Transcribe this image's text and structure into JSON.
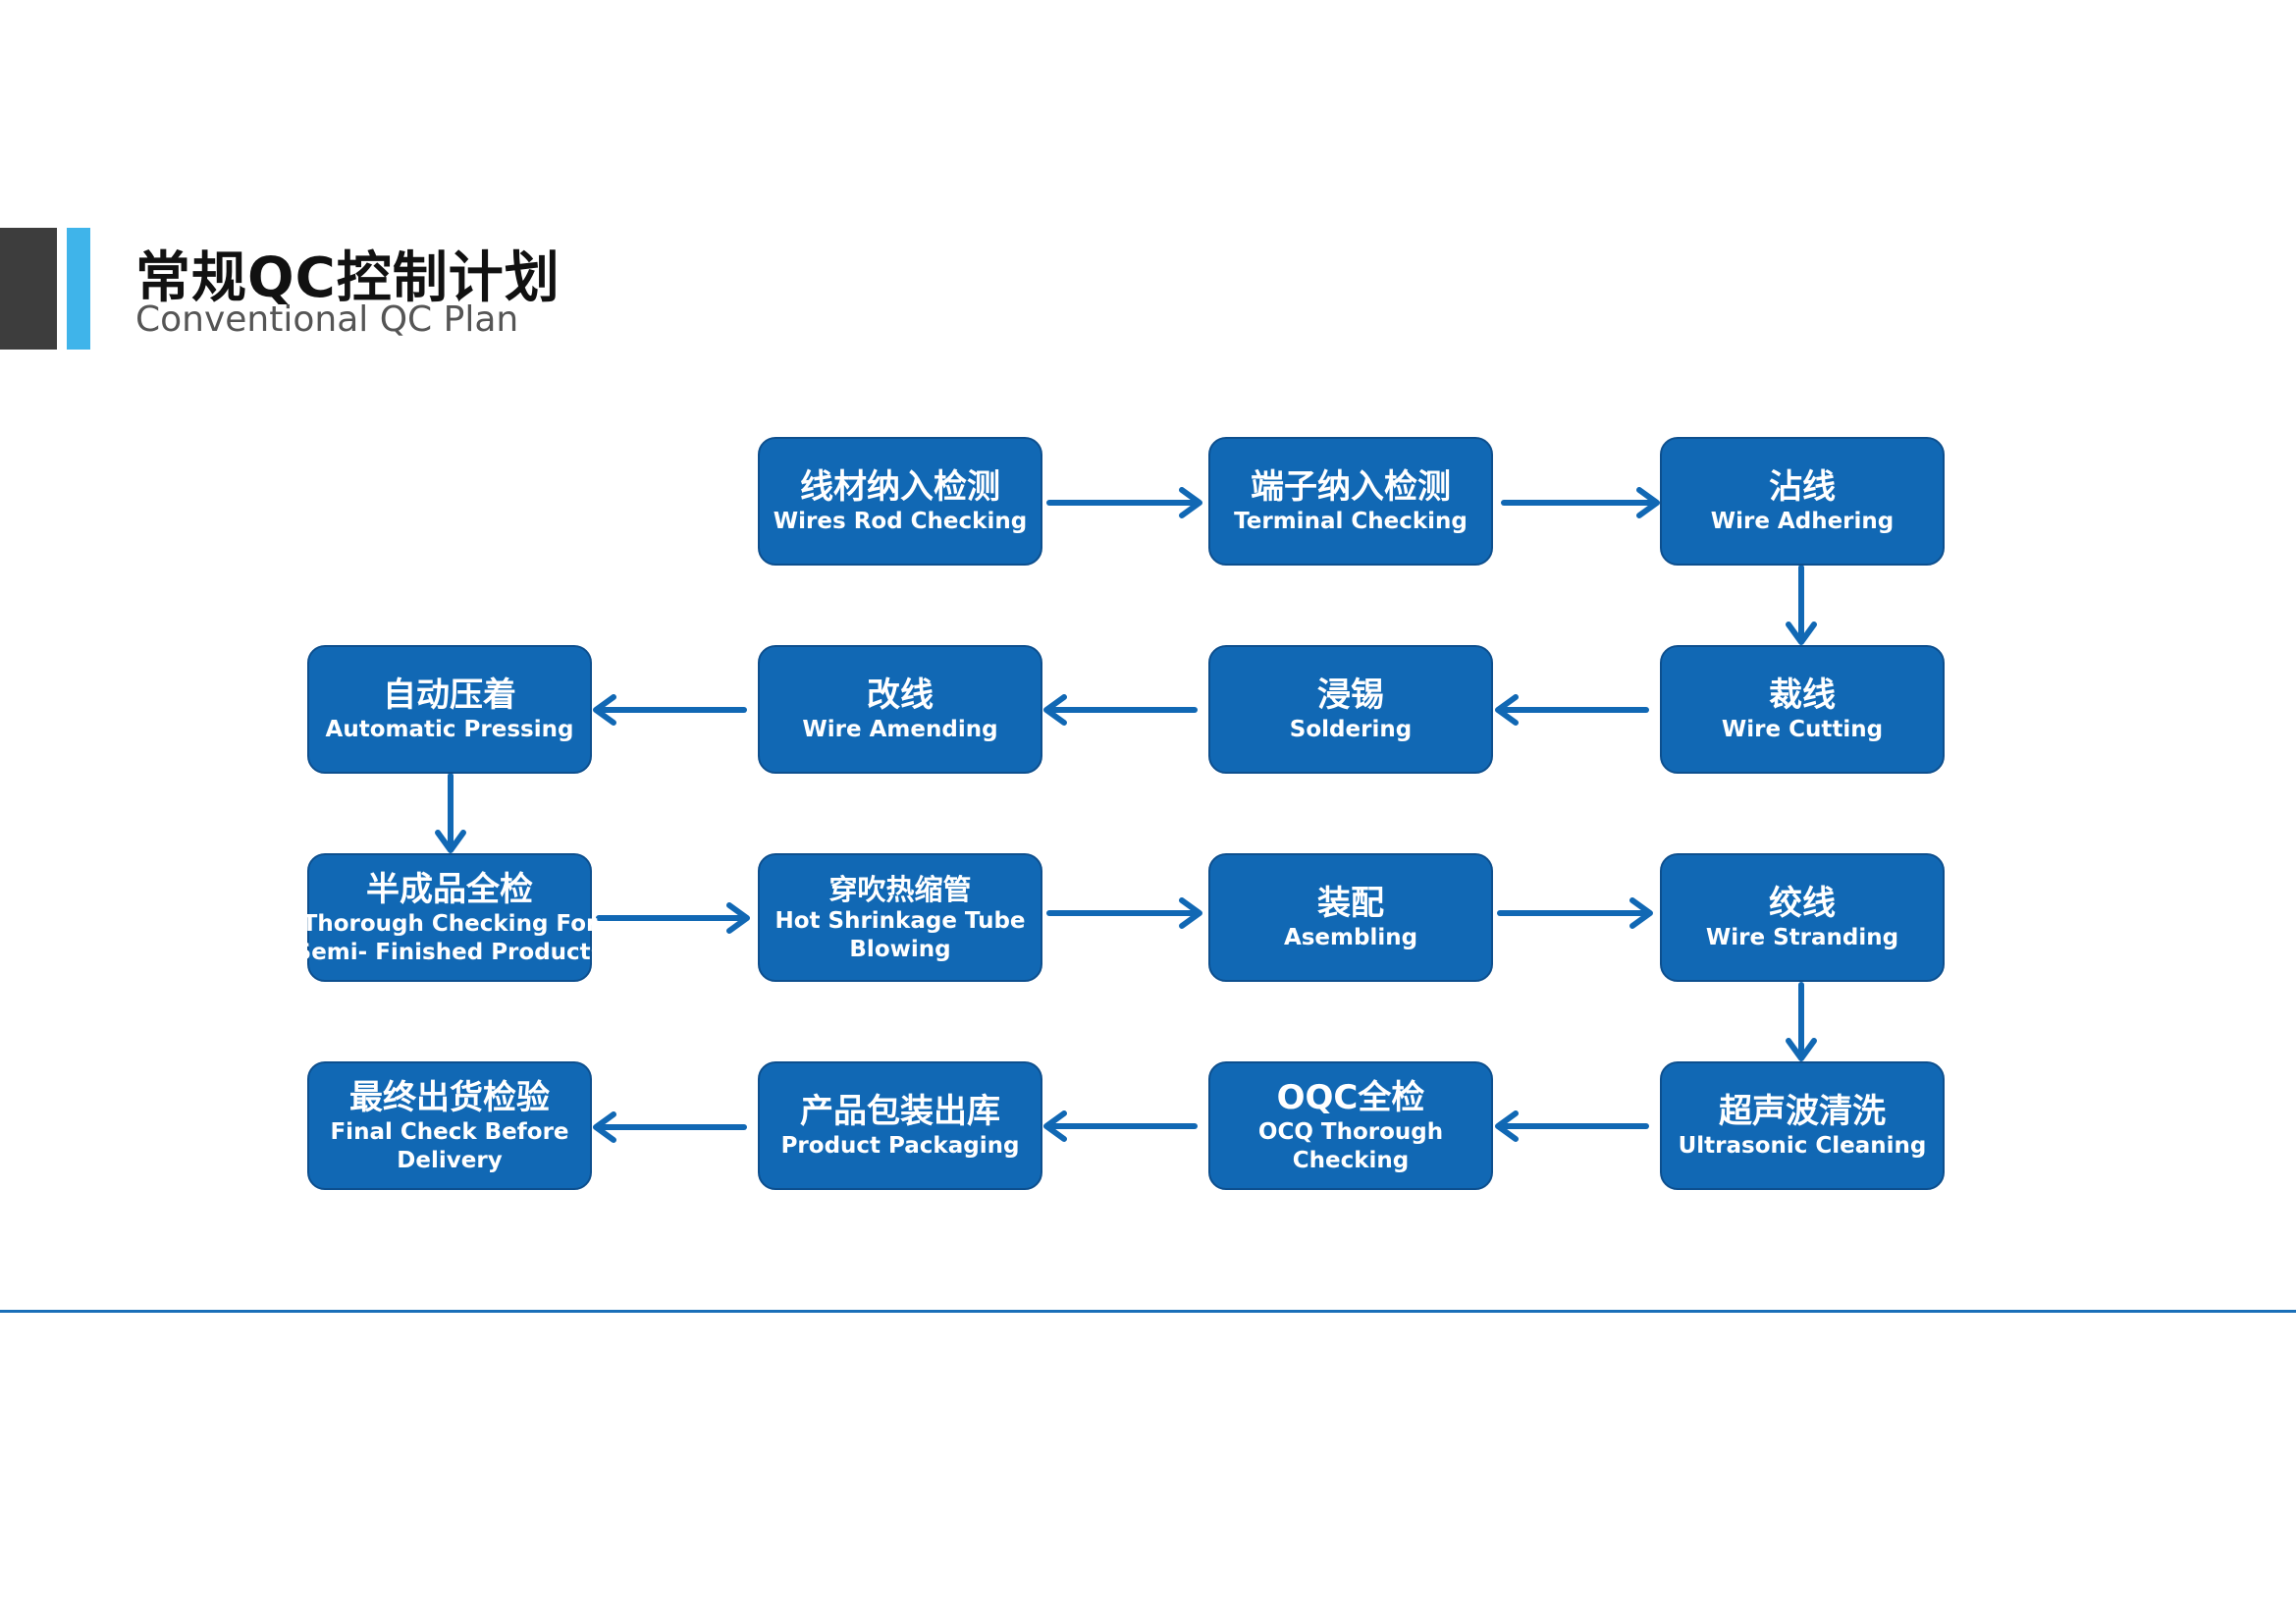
{
  "header": {
    "title_zh": "常规QC控制计划",
    "title_en": "Conventional QC Plan"
  },
  "colors": {
    "box_fill": "#1168b4",
    "box_border": "#0d4f8e",
    "arrow": "#1168b4",
    "accent_blue": "#3fb4ea",
    "accent_dark": "#3d3d3d"
  },
  "steps": [
    {
      "zh": "线材纳入检测",
      "en": [
        "Wires Rod Checking"
      ]
    },
    {
      "zh": "端子纳入检测",
      "en": [
        "Terminal Checking"
      ]
    },
    {
      "zh": "沾线",
      "en": [
        "Wire Adhering"
      ]
    },
    {
      "zh": "裁线",
      "en": [
        "Wire Cutting"
      ]
    },
    {
      "zh": "浸锡",
      "en": [
        "Soldering"
      ]
    },
    {
      "zh": "改线",
      "en": [
        "Wire Amending"
      ]
    },
    {
      "zh": "自动压着",
      "en": [
        "Automatic Pressing"
      ]
    },
    {
      "zh": "半成品全检",
      "en": [
        "Thorough Checking For",
        "Semi- Finished Products"
      ]
    },
    {
      "zh": "穿吹热缩管",
      "en": [
        "Hot Shrinkage Tube",
        "Blowing"
      ]
    },
    {
      "zh": "装配",
      "en": [
        "Asembling"
      ]
    },
    {
      "zh": "绞线",
      "en": [
        "Wire Stranding"
      ]
    },
    {
      "zh": "超声波清洗",
      "en": [
        "Ultrasonic Cleaning"
      ]
    },
    {
      "zh": "OQC全检",
      "en": [
        "OCQ Thorough",
        "Checking"
      ]
    },
    {
      "zh": "产品包装出库",
      "en": [
        "Product Packaging"
      ]
    },
    {
      "zh": "最终出货检验",
      "en": [
        "Final Check Before",
        "Delivery"
      ]
    }
  ]
}
